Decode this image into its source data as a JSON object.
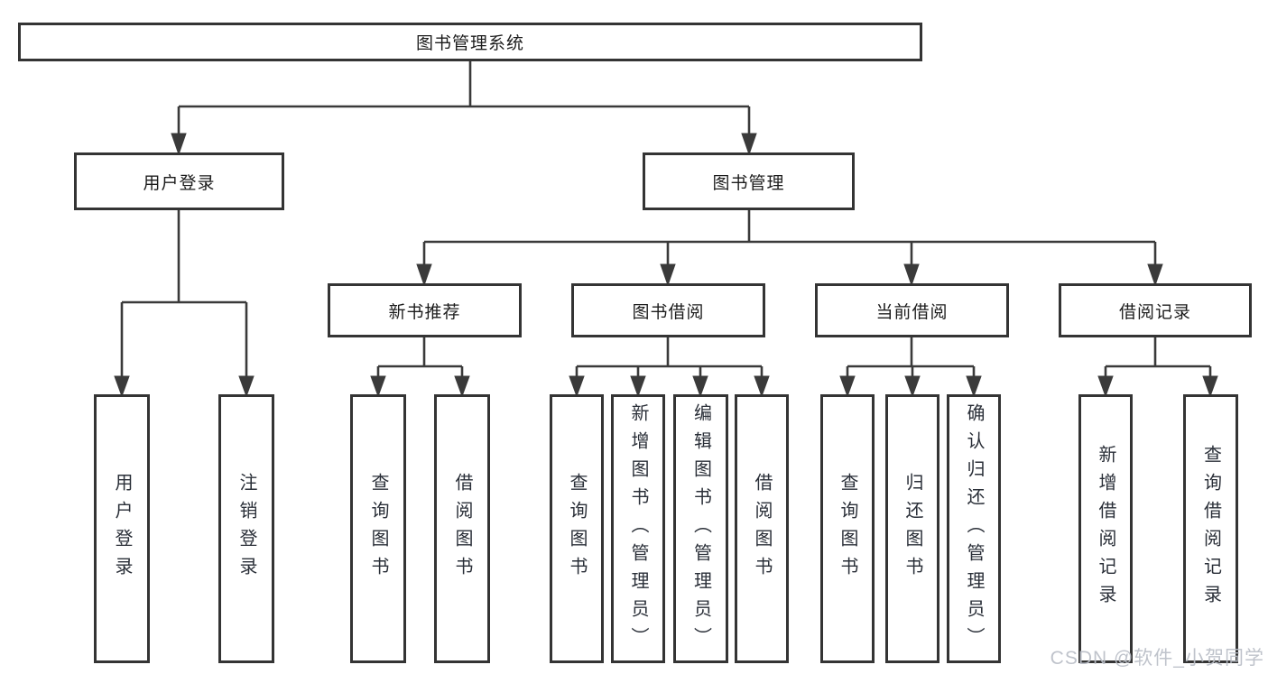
{
  "diagram": {
    "title": "图书管理系统",
    "level2": [
      {
        "label": "用户登录",
        "children": [
          {
            "label": "用户登录"
          },
          {
            "label": "注销登录"
          }
        ]
      },
      {
        "label": "图书管理",
        "children": [
          {
            "label": "新书推荐",
            "children": [
              {
                "label": "查询图书"
              },
              {
                "label": "借阅图书"
              }
            ]
          },
          {
            "label": "图书借阅",
            "children": [
              {
                "label": "查询图书"
              },
              {
                "label": "新增图书（管理员）"
              },
              {
                "label": "编辑图书（管理员）"
              },
              {
                "label": "借阅图书"
              }
            ]
          },
          {
            "label": "当前借阅",
            "children": [
              {
                "label": "查询图书"
              },
              {
                "label": "归还图书"
              },
              {
                "label": "确认归还（管理员）"
              }
            ]
          },
          {
            "label": "借阅记录",
            "children": [
              {
                "label": "新增借阅记录"
              },
              {
                "label": "查询借阅记录"
              }
            ]
          }
        ]
      }
    ]
  },
  "watermark": {
    "text": "CSDN @软件_小贺同学",
    "color": "#babec7"
  },
  "colors": {
    "line": "#3a3a3a",
    "box_border": "#343434",
    "box_background": "#ffffff",
    "text": "#1c1c1c"
  }
}
